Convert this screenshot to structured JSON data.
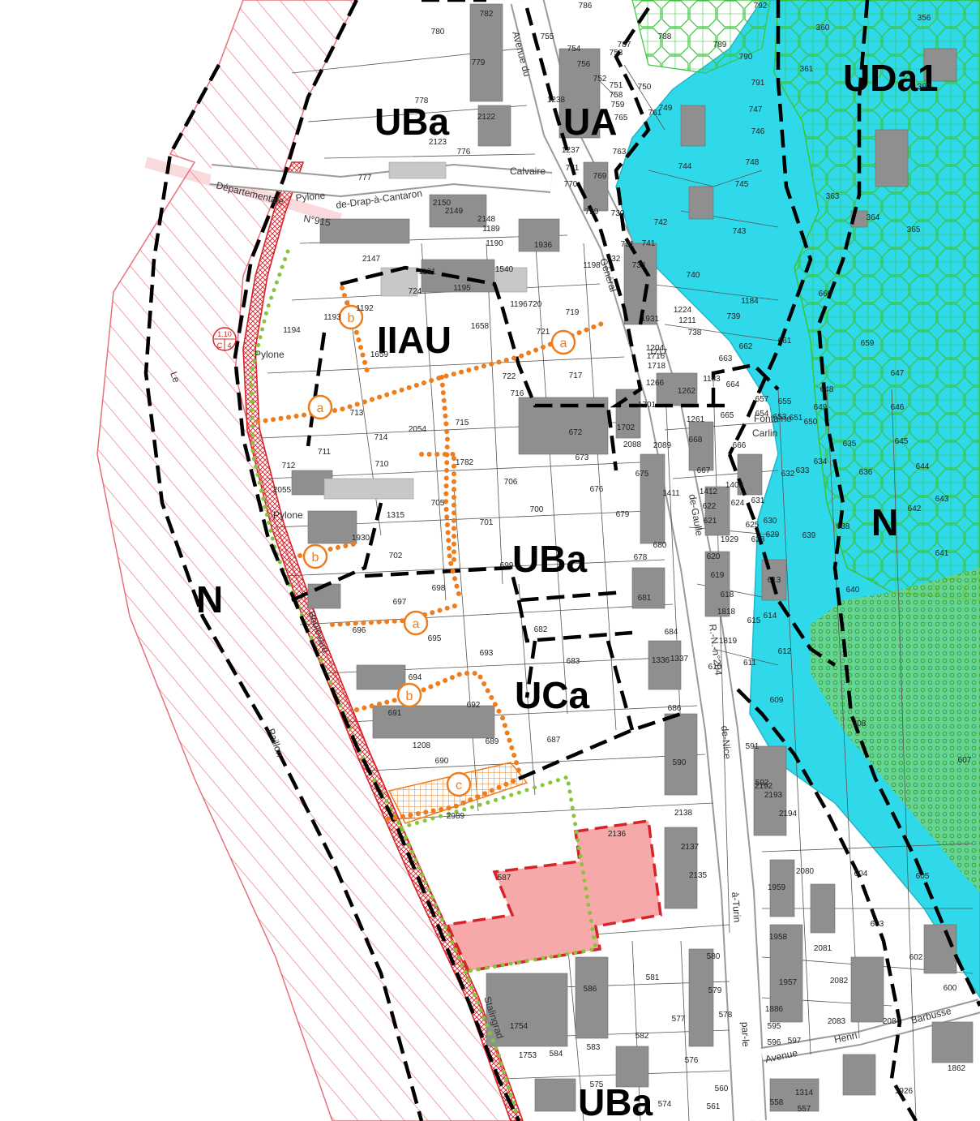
{
  "colors": {
    "hatch_red": "#e8707c",
    "water_cyan": "#2fd9ea",
    "forest_green": "#39c43a",
    "oap_orange": "#ee7d1e",
    "pink_fill": "#f7a8a8",
    "building_grey": "#8f8f8f",
    "green_dots": "#86c53a"
  },
  "zones": {
    "uba_top": "UBa",
    "ua": "UA",
    "uda1": "UDa1",
    "iiau": "IIAU",
    "uba_mid": "UBa",
    "uca": "UCa",
    "n_left": "N",
    "n_right": "N",
    "uba_bottom": "UBa"
  },
  "markers": {
    "a1": "a",
    "a2": "a",
    "a3": "a",
    "b1": "b",
    "b2": "b",
    "b3": "b",
    "c1": "c"
  },
  "streets": {
    "avenue_du": "Avenue du",
    "general": "Général",
    "de_gaulle": "de-Gaulle",
    "rn204": "R.-N.-n°204",
    "de_nice": "de-Nice",
    "a_turin": "à-Turin",
    "par_le": "par-le",
    "departementale": "Départementale",
    "n915": "N°915",
    "pylone_drap": "Pylone",
    "de_drap": "de-Drap-à-Cantaron",
    "calvaire": "Calvaire",
    "pylone1": "Pylone",
    "pylone2": "Pylone",
    "boulevard": "Boulevard",
    "paillon": "Paillon",
    "le": "Le",
    "stalingrad": "Stalingrad",
    "avenue_henri": "Avenue",
    "henri": "Henri",
    "barbusse": "Barbusse",
    "fontaine": "Fontaine",
    "carlin": "Carlin"
  },
  "symbol": {
    "top": "1.10",
    "bl": "C",
    "br": "4"
  },
  "parcels": [
    "782",
    "780",
    "779",
    "778",
    "2122",
    "2123",
    "776",
    "777",
    "786",
    "788",
    "789",
    "790",
    "791",
    "792",
    "360",
    "361",
    "362",
    "356",
    "755",
    "754",
    "756",
    "753",
    "787",
    "1238",
    "752",
    "751",
    "750",
    "758",
    "759",
    "765",
    "1237",
    "763",
    "769",
    "771",
    "770",
    "749",
    "761",
    "747",
    "746",
    "748",
    "744",
    "2150",
    "2149",
    "2148",
    "1189",
    "1190",
    "1936",
    "2147",
    "1191",
    "1540",
    "724",
    "1195",
    "1196",
    "720",
    "719",
    "1198",
    "732",
    "729",
    "730",
    "731",
    "741",
    "742",
    "733",
    "740",
    "1194",
    "1193",
    "1192",
    "1658",
    "721",
    "722",
    "717",
    "1659",
    "713",
    "716",
    "715",
    "2054",
    "714",
    "711",
    "712",
    "710",
    "1782",
    "2055",
    "706",
    "705",
    "701",
    "700",
    "676",
    "679",
    "1315",
    "1930",
    "702",
    "697",
    "698",
    "699",
    "696",
    "695",
    "693",
    "682",
    "683",
    "681",
    "684",
    "680",
    "678",
    "675",
    "673",
    "672",
    "1702",
    "2088",
    "2089",
    "694",
    "691",
    "692",
    "1208",
    "689",
    "690",
    "687",
    "686",
    "1336",
    "1337",
    "2989",
    "587",
    "2136",
    "2138",
    "2137",
    "2135",
    "590",
    "591",
    "1931",
    "1224",
    "1211",
    "738",
    "1204",
    "1716",
    "1717",
    "1718",
    "663",
    "664",
    "1183",
    "1261",
    "1262",
    "1266",
    "1701",
    "739",
    "1184",
    "662",
    "661",
    "660",
    "659",
    "668",
    "667",
    "665",
    "666",
    "657",
    "654",
    "653",
    "655",
    "651",
    "650",
    "649",
    "648",
    "646",
    "647",
    "645",
    "644",
    "643",
    "642",
    "641",
    "640",
    "635",
    "636",
    "634",
    "633",
    "632",
    "631",
    "639",
    "638",
    "1411",
    "1412",
    "622",
    "621",
    "1402",
    "624",
    "625",
    "630",
    "628",
    "629",
    "1929",
    "620",
    "619",
    "618",
    "1818",
    "615",
    "614",
    "613",
    "612",
    "611",
    "609",
    "1819",
    "610",
    "604",
    "605",
    "607",
    "608",
    "603",
    "602",
    "600",
    "2080",
    "1959",
    "1958",
    "2081",
    "1957",
    "2082",
    "2083",
    "1886",
    "595",
    "596",
    "597",
    "1862",
    "1926",
    "2084",
    "580",
    "579",
    "578",
    "577",
    "581",
    "586",
    "582",
    "583",
    "584",
    "576",
    "1754",
    "1753",
    "575",
    "574",
    "560",
    "561",
    "558",
    "557",
    "1314",
    "2192",
    "2193",
    "2194",
    "592",
    "365",
    "364",
    "363",
    "745",
    "743"
  ]
}
